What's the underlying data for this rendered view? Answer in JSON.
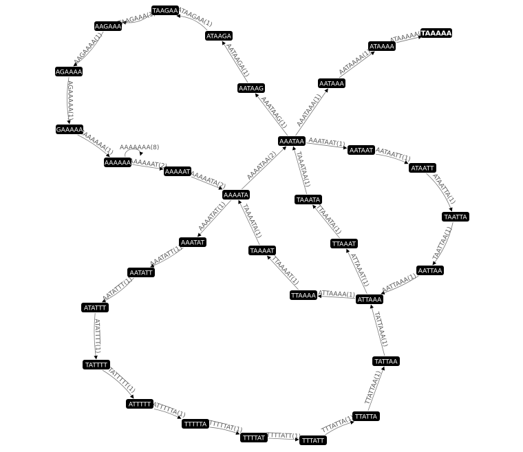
{
  "graph": {
    "loop_label": "AAAAAAA(8)",
    "terminal_node": "TAAAAA",
    "nodes": {
      "TAAGAA": "TAAGAA",
      "AAGAAA": "AAGAAA",
      "AGAAAA": "AGAAAA",
      "GAAAAA": "GAAAAA",
      "AAAAAA": "AAAAAA",
      "AAAAAT": "AAAAAT",
      "AAAATA": "AAAATA",
      "AAATAA": "AAATAA",
      "AATAAG": "AATAAG",
      "ATAAGA": "ATAAGA",
      "AATAAA": "AATAAA",
      "ATAAAA": "ATAAAA",
      "TAAAAA": "TAAAAA",
      "AATAAT": "AATAAT",
      "ATAATT": "ATAATT",
      "TAATTA": "TAATTA",
      "AATTAA": "AATTAA",
      "ATTAAA": "ATTAAA",
      "TTAAAA": "TTAAAA",
      "TAAAAT": "TAAAAT",
      "TAAATA": "TAAATA",
      "TTAAAT": "TTAAAT",
      "TATTAA": "TATTAA",
      "TTATTA": "TTATTA",
      "TTTATT": "TTTATT",
      "TTTTAT": "TTTTAT",
      "TTTTTA": "TTTTTA",
      "ATTTTT": "ATTTTT",
      "TATTTT": "TATTTT",
      "ATATTT": "ATATTT",
      "AATATT": "AATATT",
      "AAATAT": "AAATAT"
    },
    "edges": {
      "AAGAAA": "TAAGAAA(1)",
      "TAAGAA": "ATAAGAA(1)",
      "AGAAAA": "AAGAAAA(1)",
      "GAAAAA": "AGAAAAA(1)",
      "AAAAAA": "GAAAAAA(1)",
      "AAAAAT": "AAAAAAT(2)",
      "AAAATA": "AAAAATA(2)",
      "AAATAA": "AAAATAA(2)",
      "AATAAG": "AAATAAG(1)",
      "ATAAGA": "AATAAGA(1)",
      "AATAAA": "AAATAAA(1)",
      "ATAAAA": "AATAAAA(1)",
      "TAAAAA": "ATAAAAA(1)",
      "AATAAT": "AAATAAT(1)",
      "ATAATT": "AATAATT(1)",
      "TAATTA": "ATAATTA(1)",
      "AATTAA": "TAATTAA(1)",
      "ATTAAA": "AATTAAA(1)",
      "TTAAAA": "ATTAAAA(1)",
      "TAAAAT": "TTAAAAT(1)",
      "TAAAAT_to_AAAATA": "TAAAATA(1)",
      "TTAAAT": "ATTAAAT(1)",
      "TAAATA": "TTAAATA(1)",
      "TAAATA_to_AAATAA": "TAAATAA(1)",
      "ATTAAA_from_TATTAA": "TATTAAA(1)",
      "TATTAA": "TTATTAA(1)",
      "TTATTA": "TTTATTA(1)",
      "TTTATT": "TTTTATT(1)",
      "TTTTAT": "TTTTTAT(1)",
      "TTTTTA": "ATTTTTA(1)",
      "ATTTTT": "TATTTTT(1)",
      "TATTTT": "ATATTTT(1)",
      "ATATTT": "AATATTT(1)",
      "AATATT": "AAATATT(1)",
      "AAATAT": "AAAATAT(1)"
    },
    "colors": {
      "node_fill": "#000000",
      "node_text": "#ffffff",
      "edge": "#777777"
    }
  }
}
